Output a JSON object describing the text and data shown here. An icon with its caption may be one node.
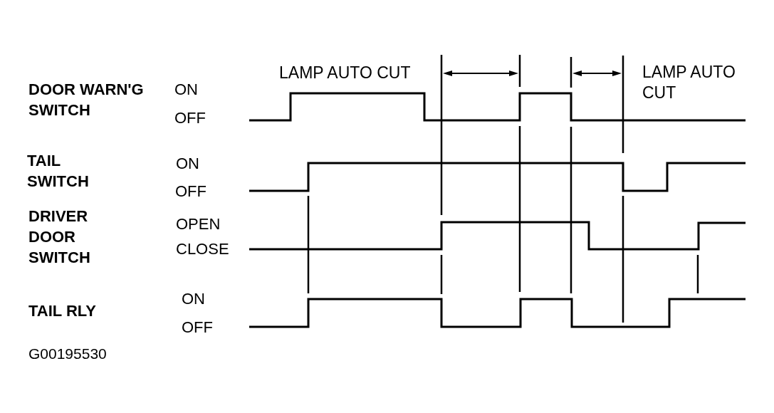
{
  "diagram": {
    "labels": [
      "LAMP AUTO CUT",
      "LAMP AUTO CUT",
      "DOOR WARN'G SWITCH",
      "ON",
      "OFF",
      "TAIL SWITCH",
      "ON",
      "OFF",
      "DRIVER DOOR SWITCH",
      "OPEN",
      "CLOSE",
      "TAIL RLY",
      "ON",
      "OFF",
      "G00195530"
    ]
  }
}
